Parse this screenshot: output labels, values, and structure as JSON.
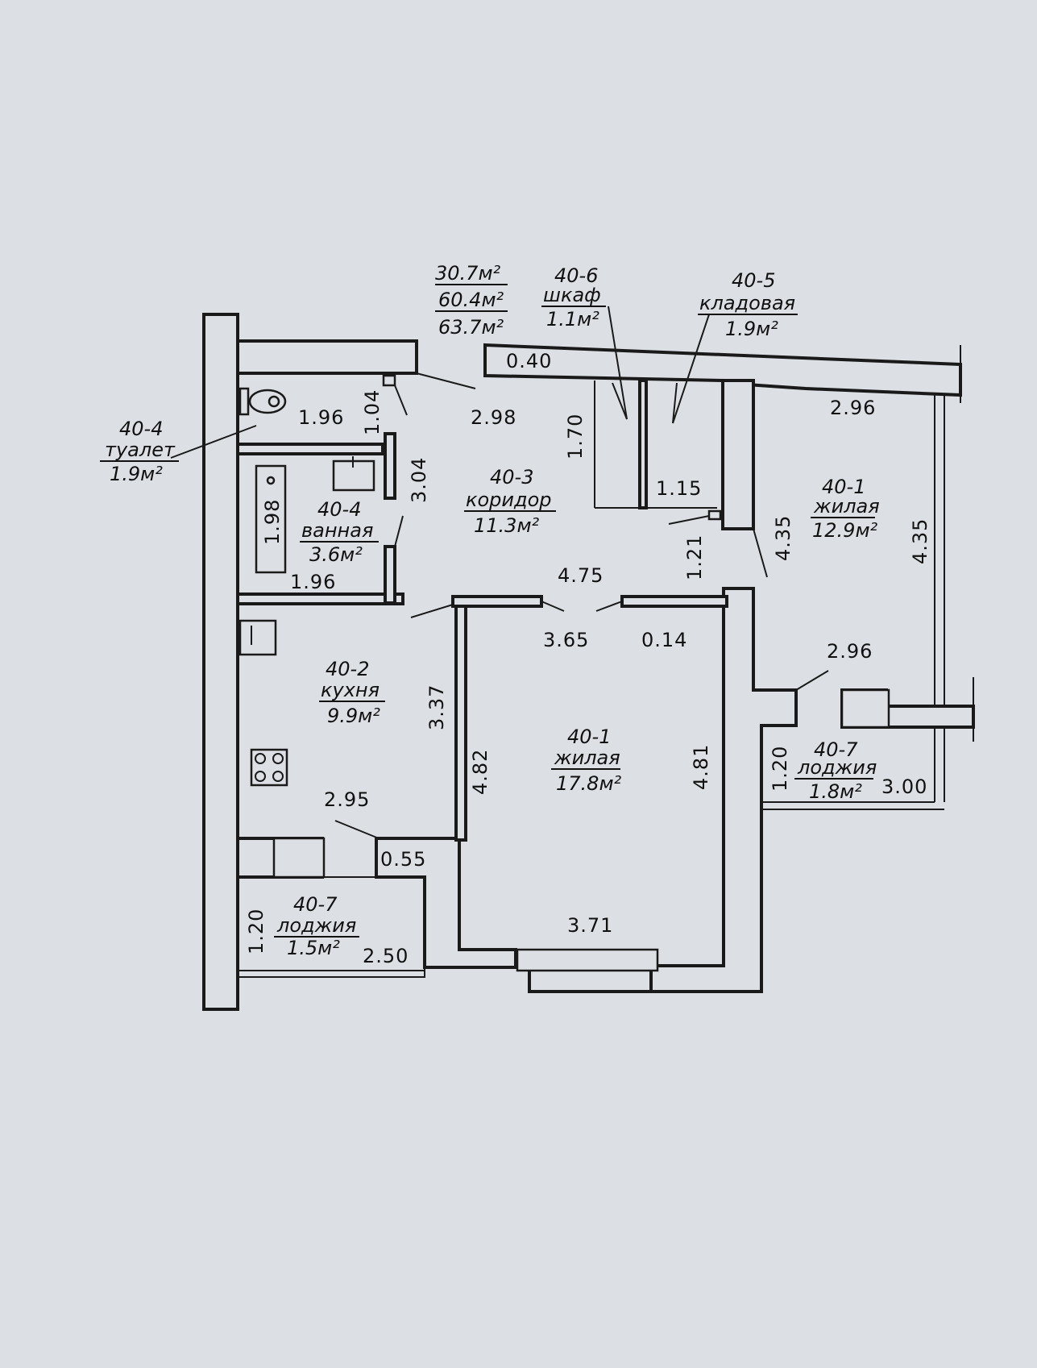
{
  "totals": [
    "30.7м²",
    "60.4м²",
    "63.7м²"
  ],
  "rooms": {
    "closet": {
      "code": "40-6",
      "name": "шкаф",
      "area": "1.1м²"
    },
    "storage": {
      "code": "40-5",
      "name": "кладовая",
      "area": "1.9м²"
    },
    "toilet": {
      "code": "40-4",
      "name": "туалет",
      "area": "1.9м²"
    },
    "bath": {
      "code": "40-4",
      "name": "ванная",
      "area": "3.6м²"
    },
    "corridor": {
      "code": "40-3",
      "name": "коридор",
      "area": "11.3м²"
    },
    "living_small": {
      "code": "40-1",
      "name": "жилая",
      "area": "12.9м²"
    },
    "kitchen": {
      "code": "40-2",
      "name": "кухня",
      "area": "9.9м²"
    },
    "living_big": {
      "code": "40-1",
      "name": "жилая",
      "area": "17.8м²"
    },
    "loggia_right": {
      "code": "40-7",
      "name": "лоджия",
      "area": "1.8м²"
    },
    "loggia_left": {
      "code": "40-7",
      "name": "лоджия",
      "area": "1.5м²"
    }
  },
  "dimensions": {
    "d_0_40": "0.40",
    "d_1_96_top": "1.96",
    "d_1_04": "1.04",
    "d_2_98": "2.98",
    "d_1_70": "1.70",
    "d_2_96_top": "2.96",
    "d_3_04": "3.04",
    "d_1_98": "1.98",
    "d_1_15": "1.15",
    "d_4_35_left": "4.35",
    "d_4_35_right": "4.35",
    "d_1_96_bot": "1.96",
    "d_1_21": "1.21",
    "d_4_75": "4.75",
    "d_3_65": "3.65",
    "d_0_14": "0.14",
    "d_2_96_mid": "2.96",
    "d_3_37": "3.37",
    "d_4_82": "4.82",
    "d_4_81": "4.81",
    "d_1_20_right": "1.20",
    "d_3_00": "3.00",
    "d_2_95": "2.95",
    "d_0_55": "0.55",
    "d_1_20_left": "1.20",
    "d_2_50": "2.50",
    "d_3_71": "3.71"
  }
}
